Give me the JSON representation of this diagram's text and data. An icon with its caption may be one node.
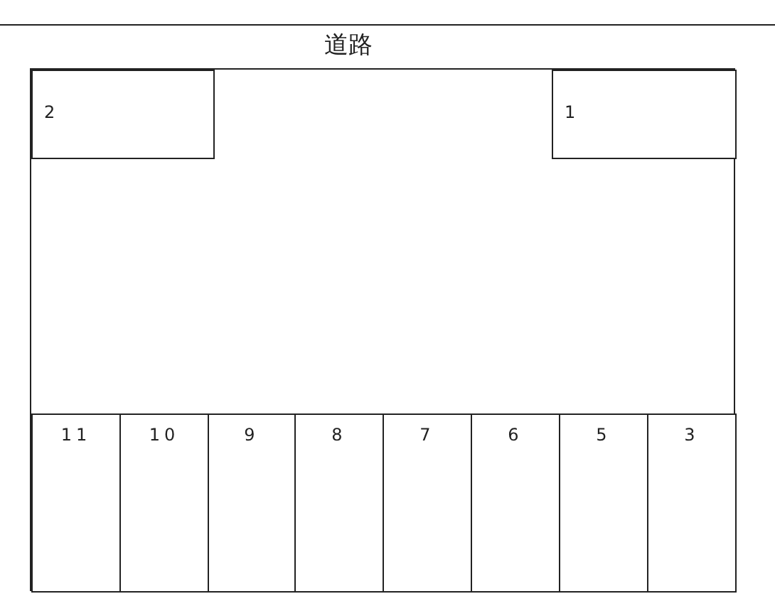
{
  "diagram": {
    "nodes": [
      {
        "text": [],
        "shape": "box"
      },
      {
        "text": [
          "2"
        ],
        "in": 0
      },
      {
        "text": [
          "1"
        ],
        "in": 0
      },
      {
        "text": [
          "11"
        ],
        "in": 0
      },
      {
        "text": [
          "10"
        ],
        "in": 0
      },
      {
        "text": [
          "9"
        ],
        "in": 0
      },
      {
        "text": [
          "8"
        ],
        "in": 0
      },
      {
        "text": [
          "7"
        ],
        "in": 0
      },
      {
        "text": [
          "6"
        ],
        "in": 0
      },
      {
        "text": [
          "5"
        ],
        "in": 0
      },
      {
        "text": [
          "3"
        ],
        "in": 0
      }
    ],
    "labels": [
      "道路"
    ]
  }
}
